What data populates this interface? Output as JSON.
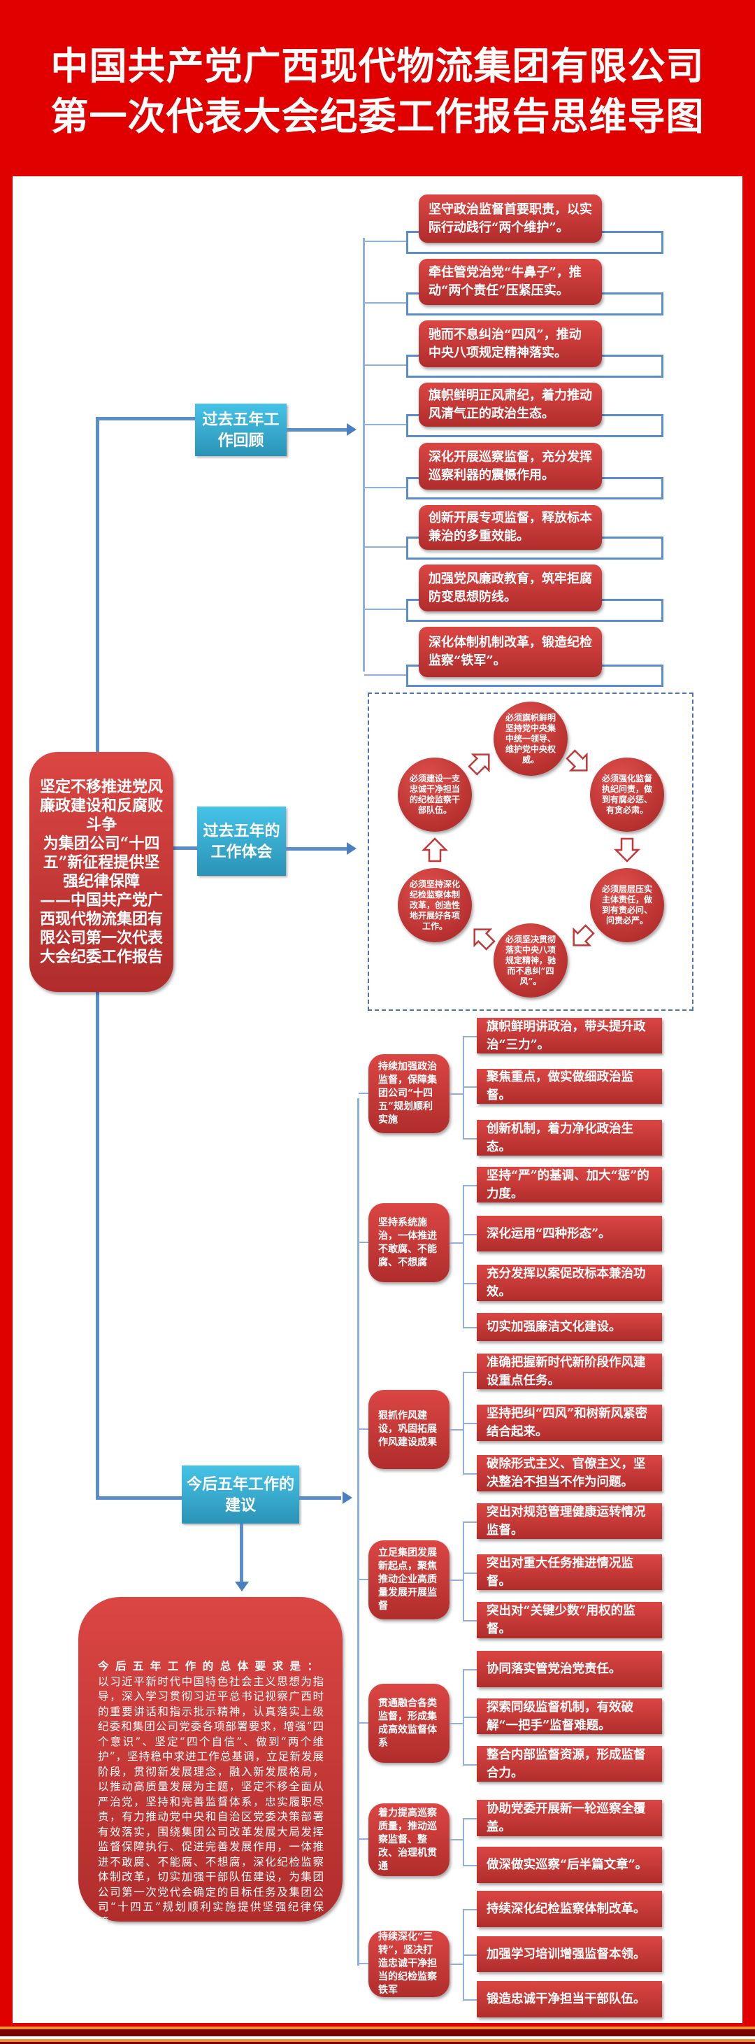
{
  "header": {
    "title_line1": "中国共产党广西现代物流集团有限公司",
    "title_line2": "第一次代表大会纪委工作报告思维导图"
  },
  "root": {
    "text": "坚定不移推进党风廉政建设和反腐败斗争\n为集团公司“十四五”新征程提供坚强纪律保障\n——中国共产党广西现代物流集团有限公司第一次代表大会纪委工作报告"
  },
  "branches": [
    {
      "label": "过去五年工作回顾",
      "items": [
        "坚守政治监督首要职责，以实际行动践行“两个维护”。",
        "牵住管党治党“牛鼻子”，推动“两个责任”压紧压实。",
        "驰而不息纠治“四风”，推动中央八项规定精神落实。",
        "旗帜鲜明正风肃纪，着力推动风清气正的政治生态。",
        "深化开展巡察监督，充分发挥巡察利器的震慑作用。",
        "创新开展专项监督，释放标本兼治的多重效能。",
        "加强党风廉政教育，筑牢拒腐防变思想防线。",
        "深化体制机制改革，锻造纪检监察“铁军”。"
      ]
    },
    {
      "label": "过去五年的工作体会",
      "cycle": [
        "必须旗帜鲜明坚持党中央集中统一领导、维护党中央权威。",
        "必须强化监督执纪问责，做到有腐必惩、有贪必肃。",
        "必须层层压实主体责任，做到有责必问、问责必严。",
        "必须坚决贯彻落实中央八项规定精神，驰而不息纠“四风”。",
        "必须坚持深化纪检监察体制改革，创造性地开展好各项工作。",
        "必须建设一支忠诚干净担当的纪检监察干部队伍。"
      ]
    },
    {
      "label": "今后五年工作的建议",
      "summary_heading": "今后五年工作的总体要求是：",
      "summary": "以习近平新时代中国特色社会主义思想为指导，深入学习贯彻习近平总书记视察广西时的重要讲话和指示批示精神，认真落实上级纪委和集团公司党委各项部署要求，增强“四个意识”、坚定“四个自信”、做到“两个维护”，坚持稳中求进工作总基调，立足新发展阶段，贯彻新发展理念，融入新发展格局，以推动高质量发展为主题，坚定不移全面从严治党，坚持和完善监督体系，忠实履职尽责，有力推动党中央和自治区党委决策部署有效落实，围绕集团公司改革发展大局发挥监督保障执行、促进完善发展作用，一体推进不敢腐、不能腐、不想腐，深化纪检监察体制改革，切实加强干部队伍建设，为集团公司第一次党代会确定的目标任务及集团公司“十四五”规划顺利实施提供坚强纪律保障。",
      "groups": [
        {
          "label": "持续加强政治监督，保障集团公司“十四五”规划顺利实施",
          "items": [
            "旗帜鲜明讲政治，带头提升政治“三力”。",
            "聚焦重点，做实做细政治监督。",
            "创新机制，着力净化政治生态。"
          ]
        },
        {
          "label": "坚持系统施治，一体推进不敢腐、不能腐、不想腐",
          "items": [
            "坚持“严”的基调、加大“惩”的力度。",
            "深化运用“四种形态”。",
            "充分发挥以案促改标本兼治功效。",
            "切实加强廉洁文化建设。"
          ]
        },
        {
          "label": "狠抓作风建设，巩固拓展作风建设成果",
          "items": [
            "准确把握新时代新阶段作风建设重点任务。",
            "坚持把纠“四风”和树新风紧密结合起来。",
            "破除形式主义、官僚主义，坚决整治不担当不作为问题。"
          ]
        },
        {
          "label": "立足集团发展新起点，聚焦推动企业高质量发展开展监督",
          "items": [
            "突出对规范管理健康运转情况监督。",
            "突出对重大任务推进情况监督。",
            "突出对“关键少数”用权的监督。"
          ]
        },
        {
          "label": "贯通融合各类监督，形成集成高效监督体系",
          "items": [
            "协同落实管党治党责任。",
            "探索同级监督机制，有效破解“一把手”监督难题。",
            "整合内部监督资源，形成监督合力。"
          ]
        },
        {
          "label": "着力提高巡察质量，推动巡察监督、整改、治理机贯通",
          "items": [
            "协助党委开展新一轮巡察全覆盖。",
            "做深做实巡察“后半篇文章”。"
          ]
        },
        {
          "label": "持续深化“三转”，坚决打造忠诚干净担当的纪检监察铁军",
          "items": [
            "持续深化纪检监察体制改革。",
            "加强学习培训增强监督本领。",
            "锻造忠诚干净担当干部队伍。"
          ]
        }
      ]
    }
  ]
}
